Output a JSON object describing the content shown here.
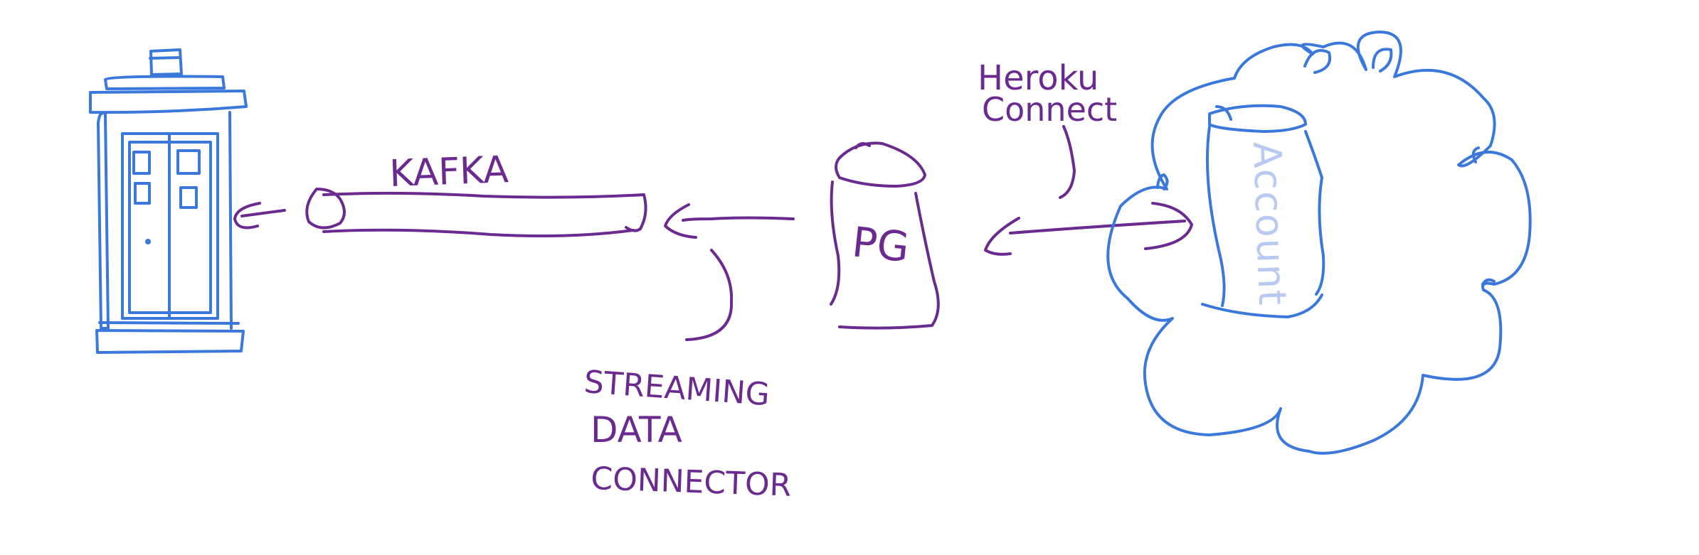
{
  "diagram": {
    "labels": {
      "kafka": "KAFKA",
      "pg": "PG",
      "heroku_connect_line1": "Heroku",
      "heroku_connect_line2": "Connect",
      "streaming_line1": "STREAMING",
      "streaming_line2": "DATA",
      "streaming_line3": "CONNECTOR",
      "account": "Account"
    },
    "colors": {
      "blue": "#3b78db",
      "purple": "#6a2a8f",
      "account_text": "#b9c9f1"
    }
  }
}
